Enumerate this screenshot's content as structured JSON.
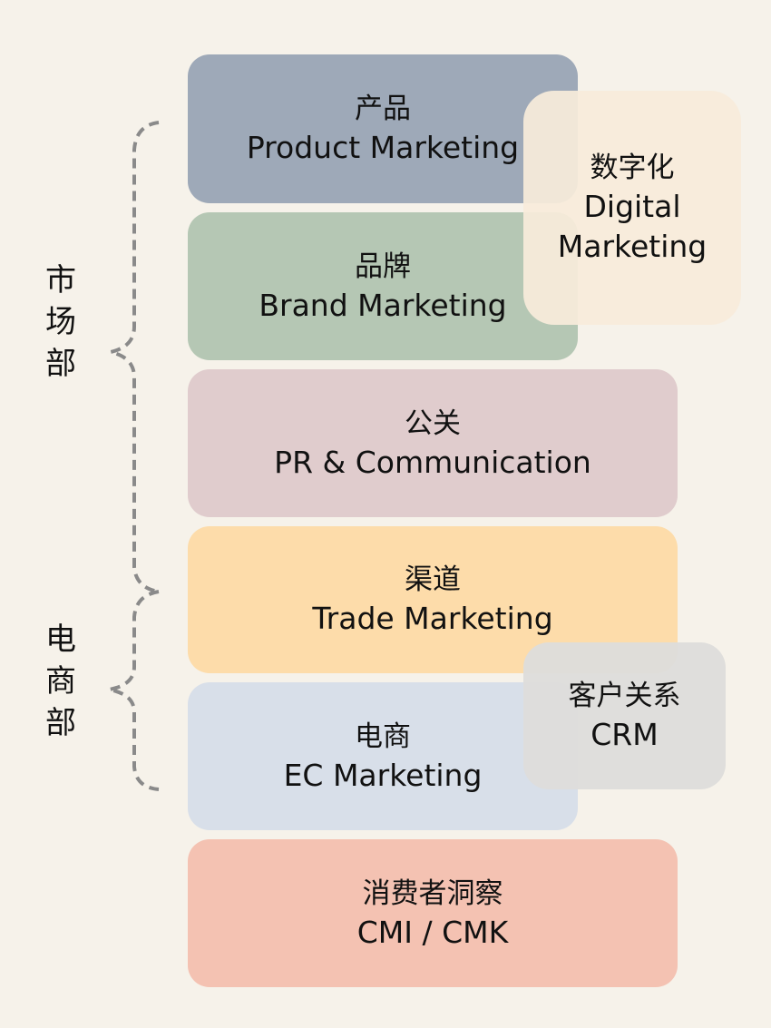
{
  "departments": [
    {
      "label_lines": [
        "市",
        "场",
        "部"
      ],
      "name": "市场部"
    },
    {
      "label_lines": [
        "电",
        "商",
        "部"
      ],
      "name": "电商部"
    }
  ],
  "boxes": [
    {
      "id": "product",
      "cn": "产品",
      "en": "Product Marketing",
      "color": "#9ea9b8"
    },
    {
      "id": "brand",
      "cn": "品牌",
      "en": "Brand Marketing",
      "color": "#b5c7b4"
    },
    {
      "id": "pr",
      "cn": "公关",
      "en": "PR & Communication",
      "color": "#e0cccd"
    },
    {
      "id": "trade",
      "cn": "渠道",
      "en": "Trade Marketing",
      "color": "#fddcaa"
    },
    {
      "id": "ec",
      "cn": "电商",
      "en": "EC Marketing",
      "color": "#d8dfe9"
    },
    {
      "id": "cmi",
      "cn": "消费者洞察",
      "en": "CMI / CMK",
      "color": "#f4c2b2"
    }
  ],
  "overlays": [
    {
      "id": "digital",
      "cn": "数字化",
      "en_lines": [
        "Digital",
        "Marketing"
      ],
      "color": "#f7eada"
    },
    {
      "id": "crm",
      "cn": "客户关系",
      "en": "CRM",
      "color": "#dfdddb"
    }
  ]
}
